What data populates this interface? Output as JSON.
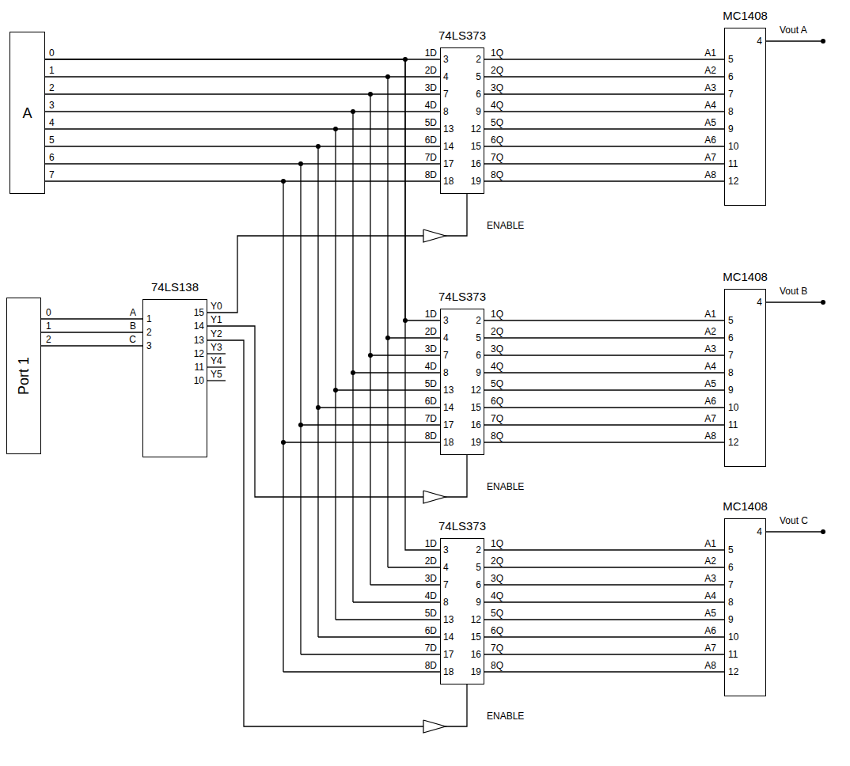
{
  "diagram": {
    "nodes": [
      {
        "text": [
          "A"
        ]
      },
      {
        "text": [
          "74LS373"
        ]
      },
      {
        "text": [
          "MC1408"
        ]
      },
      {
        "text": [
          "Port 1"
        ]
      },
      {
        "text": [
          "74LS138"
        ]
      },
      {
        "text": [
          "74LS373"
        ]
      },
      {
        "text": [
          "MC1408"
        ]
      },
      {
        "text": [
          "74LS373"
        ]
      },
      {
        "text": [
          "MC1408"
        ]
      }
    ],
    "edges": [
      {
        "from": 0,
        "to": 1,
        "arrow": "none"
      },
      {
        "from": 1,
        "to": 2,
        "arrow": "none"
      },
      {
        "from": 0,
        "to": 5,
        "arrow": "none"
      },
      {
        "from": 0,
        "to": 7,
        "arrow": "none"
      },
      {
        "from": 3,
        "to": 4,
        "arrow": "none"
      },
      {
        "from": 4,
        "to": 1,
        "arrow": "none"
      },
      {
        "from": 4,
        "to": 5,
        "arrow": "none"
      },
      {
        "from": 4,
        "to": 7,
        "arrow": "none"
      },
      {
        "from": 5,
        "to": 6,
        "arrow": "none"
      },
      {
        "from": 7,
        "to": 8,
        "arrow": "none"
      }
    ],
    "labels": [
      "0",
      "1",
      "2",
      "3",
      "4",
      "5",
      "6",
      "7",
      "1D",
      "2D",
      "3D",
      "4D",
      "5D",
      "6D",
      "7D",
      "8D",
      "3",
      "4",
      "7",
      "8",
      "13",
      "14",
      "17",
      "18",
      "2",
      "5",
      "6",
      "9",
      "12",
      "15",
      "16",
      "19",
      "1Q",
      "2Q",
      "3Q",
      "4Q",
      "5Q",
      "6Q",
      "7Q",
      "8Q",
      "ENABLE",
      "A1",
      "A2",
      "A3",
      "A4",
      "A5",
      "A6",
      "A7",
      "A8",
      "5",
      "6",
      "7",
      "8",
      "9",
      "10",
      "11",
      "12",
      "4",
      "Vout A",
      "0",
      "1",
      "2",
      "A",
      "B",
      "C",
      "1",
      "2",
      "3",
      "15",
      "14",
      "13",
      "12",
      "11",
      "10",
      "Y0",
      "Y1",
      "Y2",
      "Y3",
      "Y4",
      "Y5",
      "1D",
      "2D",
      "3D",
      "4D",
      "5D",
      "6D",
      "7D",
      "8D",
      "3",
      "4",
      "7",
      "8",
      "13",
      "14",
      "17",
      "18",
      "2",
      "5",
      "6",
      "9",
      "12",
      "15",
      "16",
      "19",
      "1Q",
      "2Q",
      "3Q",
      "4Q",
      "5Q",
      "6Q",
      "7Q",
      "8Q",
      "ENABLE",
      "A1",
      "A2",
      "A3",
      "A4",
      "A5",
      "A6",
      "A7",
      "A8",
      "5",
      "6",
      "7",
      "8",
      "9",
      "10",
      "11",
      "12",
      "4",
      "Vout B",
      "1D",
      "2D",
      "3D",
      "4D",
      "5D",
      "6D",
      "7D",
      "8D",
      "3",
      "4",
      "7",
      "8",
      "13",
      "14",
      "17",
      "18",
      "2",
      "5",
      "6",
      "9",
      "12",
      "15",
      "16",
      "19",
      "1Q",
      "2Q",
      "3Q",
      "4Q",
      "5Q",
      "6Q",
      "7Q",
      "8Q",
      "ENABLE",
      "A1",
      "A2",
      "A3",
      "A4",
      "A5",
      "A6",
      "A7",
      "A8",
      "5",
      "6",
      "7",
      "8",
      "9",
      "10",
      "11",
      "12",
      "4",
      "Vout C"
    ]
  }
}
